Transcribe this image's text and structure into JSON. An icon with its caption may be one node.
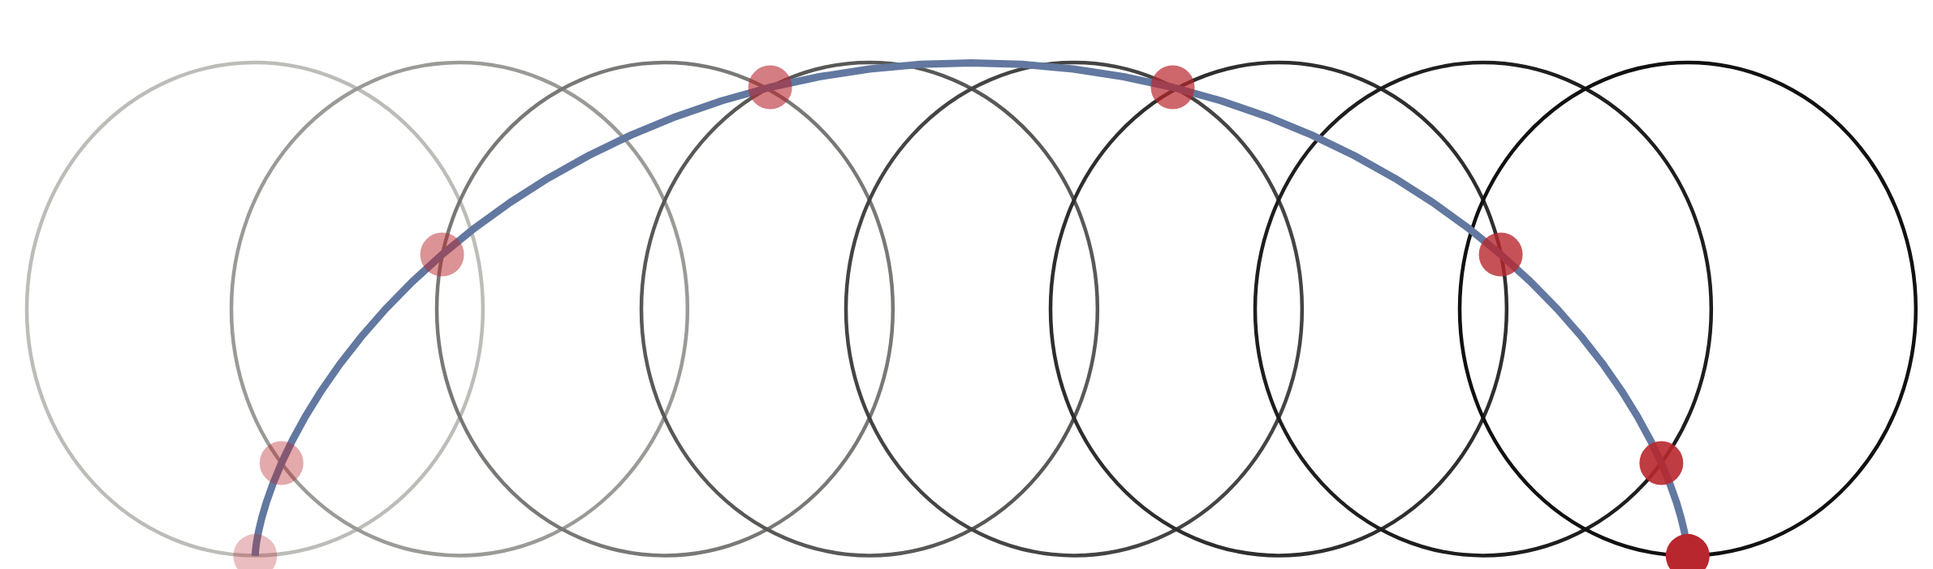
{
  "diagram": {
    "nodes": [
      {
        "text": [],
        "shape": "circle"
      },
      {
        "text": [],
        "shape": "circle"
      },
      {
        "text": [],
        "shape": "circle"
      },
      {
        "text": [],
        "shape": "circle"
      },
      {
        "text": [],
        "shape": "circle"
      },
      {
        "text": [],
        "shape": "circle"
      },
      {
        "text": [],
        "shape": "circle"
      },
      {
        "text": [],
        "shape": "circle"
      }
    ]
  }
}
